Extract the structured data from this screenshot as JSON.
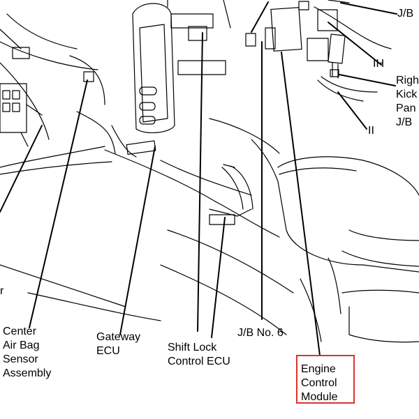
{
  "labels": {
    "center_airbag": "Center\nAir Bag\nSensor\nAssembly",
    "gateway_ecu": "Gateway\nECU",
    "shift_lock": "Shift Lock\nControl ECU",
    "jb_no6": "J/B No. 6",
    "jb_top": "J/B",
    "ih": "IH",
    "right_kick_panel": "Righ\nKick\nPan\nJ/B",
    "ii": "II",
    "cut_left": "r",
    "engine_control_module": "Engine\nControl\nModule"
  },
  "highlight_color": "#d9342b"
}
